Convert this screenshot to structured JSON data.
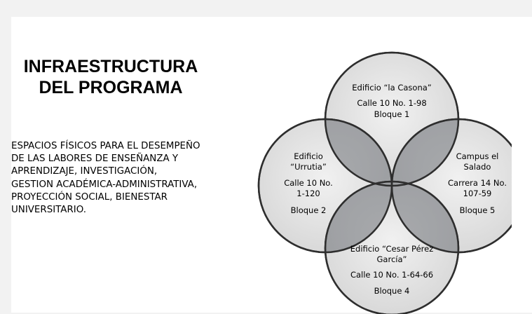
{
  "slide": {
    "title": "INFRAESTRUCTURA DEL PROGRAMA",
    "description": " ESPACIOS FÍSICOS PARA EL DESEMPEÑO DE LAS LABORES DE ENSEÑANZA Y APRENDIZAJE, INVESTIGACIÓN, GESTION ACADÉMICA-ADMINISTRATIVA, PROYECCIÓN SOCIAL, BIENESTAR UNIVERSITARIO."
  },
  "diagram": {
    "top": {
      "name": "Edificio “la Casona”",
      "address": "Calle 10 No. 1-98",
      "block": "Bloque 1"
    },
    "left": {
      "name": "Edificio “Urrutia”",
      "address": "Calle 10 No. 1-120",
      "block": "Bloque 2"
    },
    "right": {
      "name": "Campus el Salado",
      "address": "Carrera 14 No. 107-59",
      "block": "Bloque 5"
    },
    "bottom": {
      "name": "Edificio “Cesar Pérez García”",
      "address": "Calle 10 No. 1-64-66",
      "block": "Bloque 4"
    },
    "colors": {
      "circle_fill": "#dcdcdc",
      "circle_stroke": "#2e2e2e",
      "overlap_fill": "#8f9298",
      "background": "#ffffff"
    }
  }
}
